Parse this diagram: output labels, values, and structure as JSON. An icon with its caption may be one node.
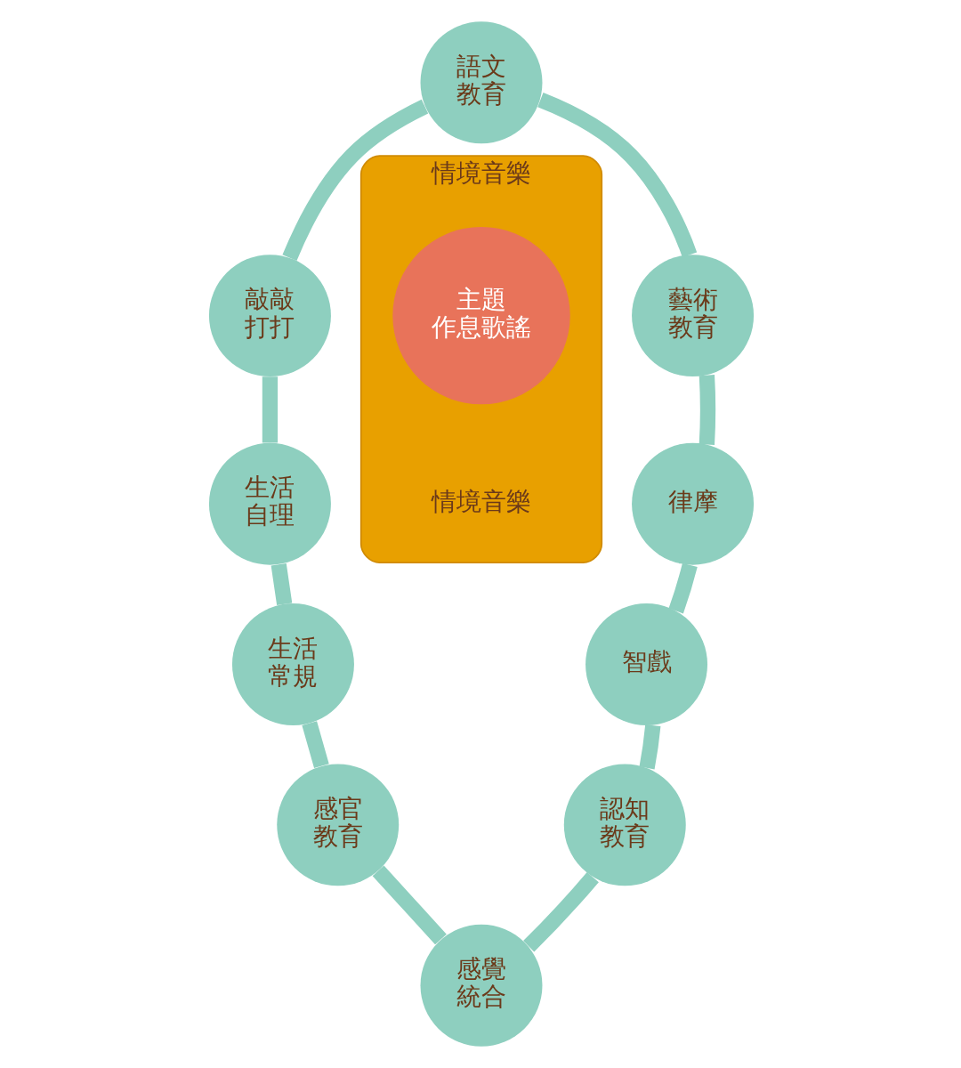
{
  "diagram": {
    "nodes": [
      {
        "text": [
          "情境音樂",
          "情境音樂"
        ]
      },
      {
        "text": [
          "主題作息歌謠"
        ],
        "in": 0
      },
      {
        "text": [
          "語文教育"
        ]
      },
      {
        "text": [
          "敲敲打打"
        ]
      },
      {
        "text": [
          "生活自理"
        ]
      },
      {
        "text": [
          "生活常規"
        ]
      },
      {
        "text": [
          "感官教育"
        ]
      },
      {
        "text": [
          "感覺統合"
        ]
      },
      {
        "text": [
          "認知教育"
        ]
      },
      {
        "text": [
          "智戲"
        ]
      },
      {
        "text": [
          "律摩"
        ]
      },
      {
        "text": [
          "藝術教育"
        ]
      }
    ],
    "edges": [
      {
        "from": 2,
        "to": 3,
        "arrow": "none"
      },
      {
        "from": 3,
        "to": 4,
        "arrow": "none"
      },
      {
        "from": 4,
        "to": 5,
        "arrow": "none"
      },
      {
        "from": 5,
        "to": 6,
        "arrow": "none"
      },
      {
        "from": 6,
        "to": 7,
        "arrow": "none"
      },
      {
        "from": 7,
        "to": 8,
        "arrow": "none"
      },
      {
        "from": 8,
        "to": 9,
        "arrow": "none"
      },
      {
        "from": 9,
        "to": 10,
        "arrow": "none"
      },
      {
        "from": 10,
        "to": 11,
        "arrow": "none"
      },
      {
        "from": 11,
        "to": 2,
        "arrow": "none"
      }
    ]
  }
}
